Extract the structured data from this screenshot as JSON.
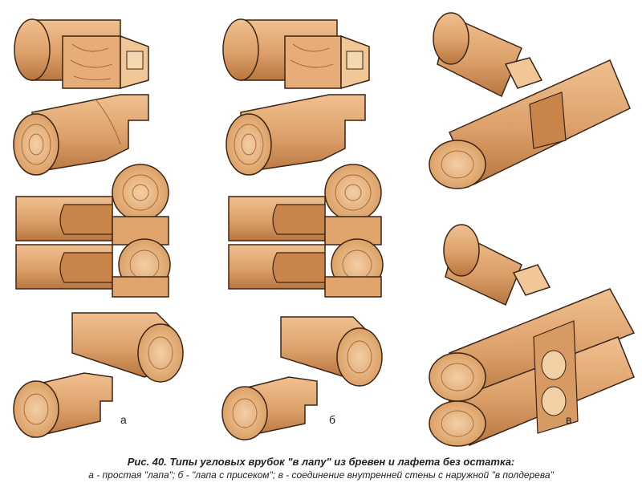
{
  "figure": {
    "panel_labels": {
      "a": "а",
      "b": "б",
      "v": "в"
    },
    "colors": {
      "wood_light": "#e8b383",
      "wood_mid": "#d79a62",
      "wood_dark": "#b06d3a",
      "outline": "#3b2516"
    }
  },
  "caption": {
    "title": "Рис. 40. Типы угловых врубок \"в лапу\" из бревен и лафета без остатка:",
    "subtitle": "а - простая \"лапа\"; б - \"лапа с присеком\"; в - соединение внутренней стены с наружной \"в полдерева\""
  }
}
